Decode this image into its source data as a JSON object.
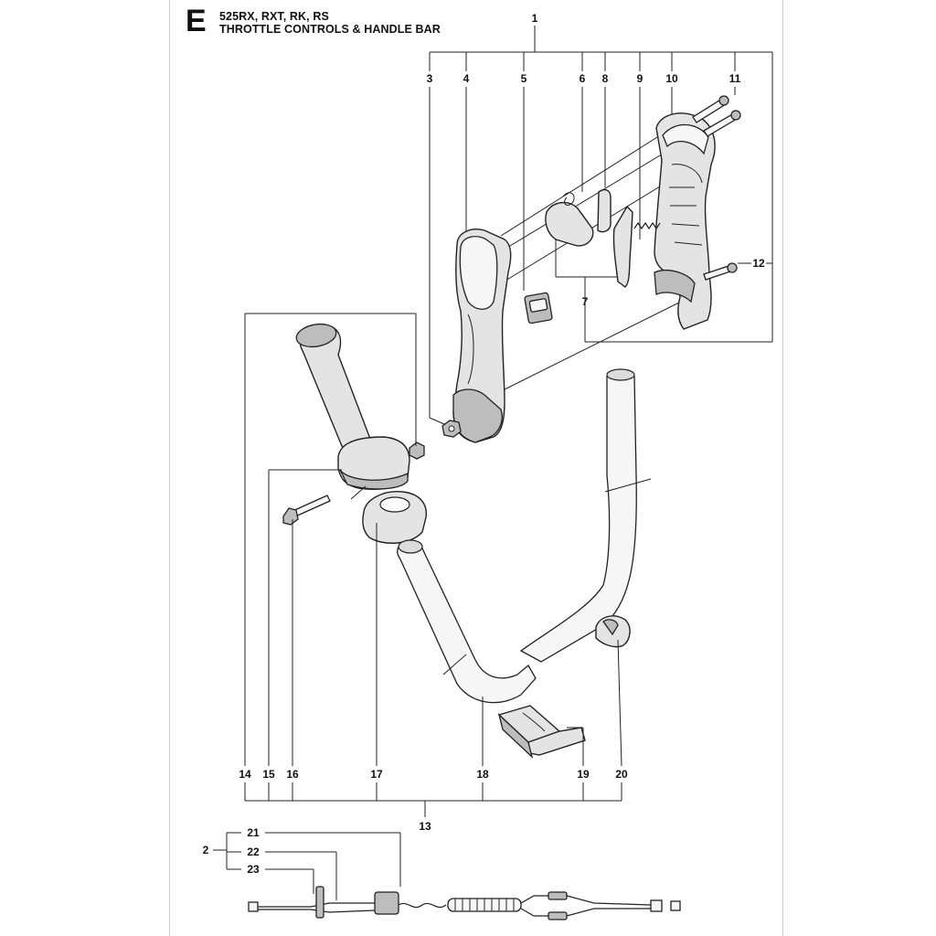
{
  "header": {
    "section_letter": "E",
    "models": "525RX, RXT, RK, RS",
    "title": "THROTTLE CONTROLS & HANDLE BAR"
  },
  "callouts": {
    "c1": "1",
    "c2": "2",
    "c3": "3",
    "c4": "4",
    "c5": "5",
    "c6": "6",
    "c7": "7",
    "c8": "8",
    "c9": "9",
    "c10": "10",
    "c11": "11",
    "c12": "12",
    "c13": "13",
    "c14": "14",
    "c15": "15",
    "c16": "16",
    "c17": "17",
    "c18": "18",
    "c19": "19",
    "c20": "20",
    "c21": "21",
    "c22": "22",
    "c23": "23"
  }
}
